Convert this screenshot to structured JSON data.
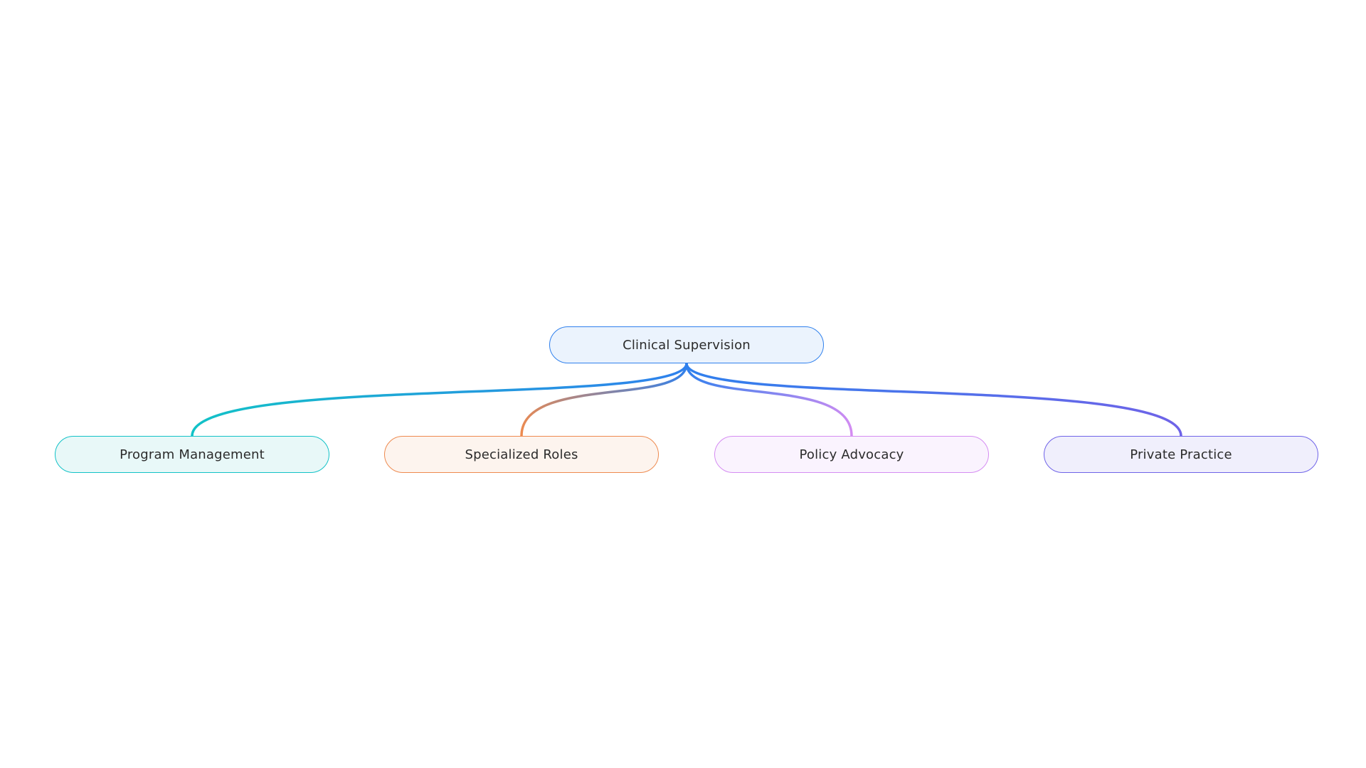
{
  "mindmap": {
    "root": {
      "label": "Clinical Supervision",
      "color": "#2f80ed",
      "fill": "#ebf3fd"
    },
    "branches": [
      {
        "label": "Program Management",
        "color": "#12c2c7",
        "fill": "#e8f8f8"
      },
      {
        "label": "Specialized Roles",
        "color": "#ee8a4f",
        "fill": "#fdf4ee"
      },
      {
        "label": "Policy Advocacy",
        "color": "#d58cf2",
        "fill": "#faf3fe"
      },
      {
        "label": "Private Practice",
        "color": "#6f63e8",
        "fill": "#f0effc"
      }
    ]
  }
}
